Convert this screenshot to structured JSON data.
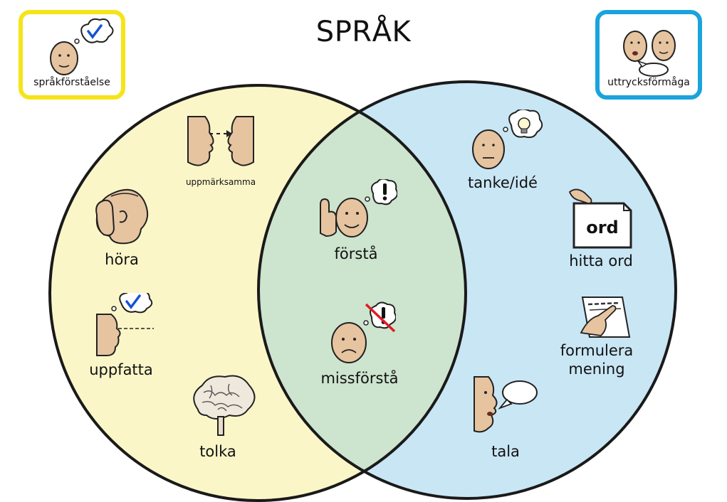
{
  "title": "SPRÅK",
  "colors": {
    "left_circle": "#faf6c8",
    "right_circle": "#c9e6f5",
    "overlap": "#cde4cf",
    "left_box_border": "#f5e418",
    "right_box_border": "#1aa3dd",
    "outline": "#1a1a1a",
    "skin": "#e6c4a0"
  },
  "corner_boxes": {
    "left": {
      "caption": "språkförståelse",
      "icon": "thinking-check-icon"
    },
    "right": {
      "caption": "uttrycksförmåga",
      "icon": "two-faces-talking-icon"
    }
  },
  "left_items": [
    {
      "label": "uppmärksamma",
      "icon": "attention-faces-icon"
    },
    {
      "label": "höra",
      "icon": "ear-listening-icon"
    },
    {
      "label": "uppfatta",
      "icon": "perceive-check-icon"
    },
    {
      "label": "tolka",
      "icon": "brain-icon"
    }
  ],
  "middle_items": [
    {
      "label": "förstå",
      "icon": "understand-exclamation-icon"
    },
    {
      "label": "missförstå",
      "icon": "misunderstand-icon"
    }
  ],
  "right_items": [
    {
      "label": "tanke/idé",
      "icon": "lightbulb-thought-icon"
    },
    {
      "label": "hitta ord",
      "icon": "word-card-icon",
      "card_text": "ord"
    },
    {
      "label": "formulera\nmening",
      "icon": "pointing-paper-icon"
    },
    {
      "label": "tala",
      "icon": "speaking-face-icon"
    }
  ]
}
